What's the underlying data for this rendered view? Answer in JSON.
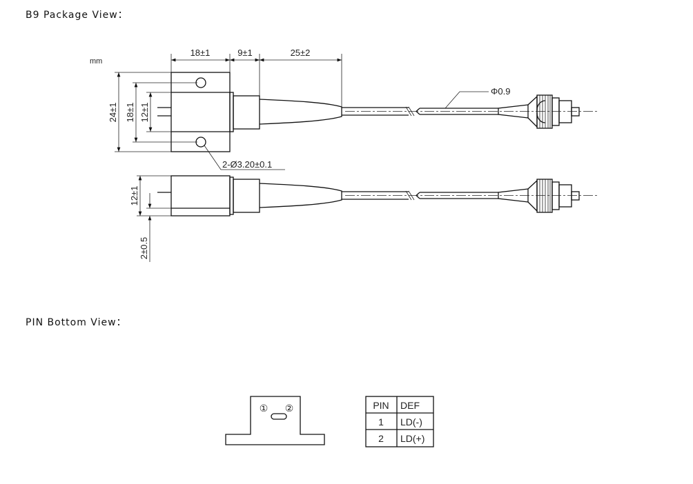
{
  "sections": {
    "package_view_title": "B9 Package View：",
    "pin_view_title": "PIN Bottom View："
  },
  "drawing": {
    "unit": "mm",
    "dim_body_length": "18±1",
    "dim_flange_length": "9±1",
    "dim_boot_length": "25±2",
    "dim_total_height": "24±1",
    "dim_hole_spacing": "18±1",
    "dim_center_height": "12±1",
    "dim_hole_diameter": "2-Ø3.20±0.1",
    "dim_fiber_diameter": "Φ0.9",
    "dim_side_height": "12±1",
    "dim_pin_offset": "2±0.5"
  },
  "pin_view": {
    "pin1_marker": "①",
    "pin2_marker": "②"
  },
  "pin_table": {
    "headers": [
      "PIN",
      "DEF"
    ],
    "rows": [
      [
        "1",
        "LD(-)"
      ],
      [
        "2",
        "LD(+)"
      ]
    ]
  }
}
